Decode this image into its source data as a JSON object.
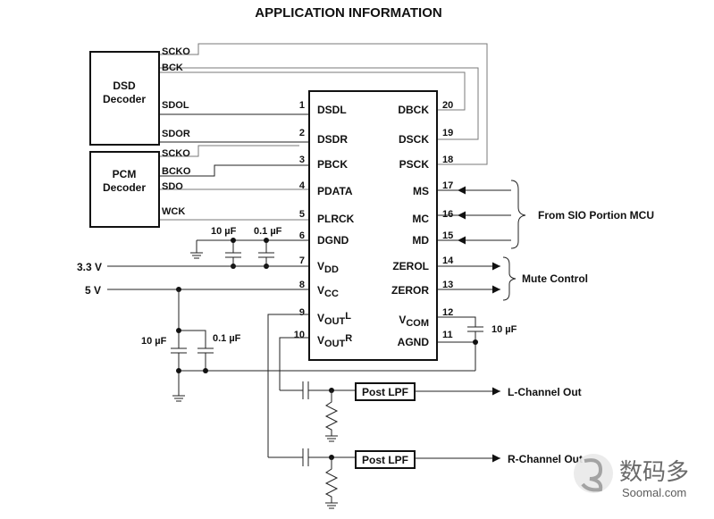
{
  "title": "APPLICATION INFORMATION",
  "blocks": {
    "dsd_decoder": [
      "DSD",
      "Decoder"
    ],
    "pcm_decoder": [
      "PCM",
      "Decoder"
    ],
    "post_lpf_left": "Post LPF",
    "post_lpf_right": "Post LPF"
  },
  "dsd_signals": [
    "SCKO",
    "BCK",
    "SDOL",
    "SDOR"
  ],
  "pcm_signals": [
    "SCKO",
    "BCKO",
    "SDO",
    "WCK"
  ],
  "chip_left_pins": [
    {
      "num": "1",
      "name": "DSDL"
    },
    {
      "num": "2",
      "name": "DSDR"
    },
    {
      "num": "3",
      "name": "PBCK"
    },
    {
      "num": "4",
      "name": "PDATA"
    },
    {
      "num": "5",
      "name": "PLRCK"
    },
    {
      "num": "6",
      "name": "DGND"
    },
    {
      "num": "7",
      "name": "V",
      "sub": "DD"
    },
    {
      "num": "8",
      "name": "V",
      "sub": "CC"
    },
    {
      "num": "9",
      "name": "V",
      "sub": "OUT",
      "sub2": "L"
    },
    {
      "num": "10",
      "name": "V",
      "sub": "OUT",
      "sub2": "R"
    }
  ],
  "chip_right_pins": [
    {
      "num": "20",
      "name": "DBCK"
    },
    {
      "num": "19",
      "name": "DSCK"
    },
    {
      "num": "18",
      "name": "PSCK"
    },
    {
      "num": "17",
      "name": "MS"
    },
    {
      "num": "16",
      "name": "MC"
    },
    {
      "num": "15",
      "name": "MD"
    },
    {
      "num": "14",
      "name": "ZEROL"
    },
    {
      "num": "13",
      "name": "ZEROR"
    },
    {
      "num": "12",
      "name": "V",
      "sub": "COM"
    },
    {
      "num": "11",
      "name": "AGND"
    }
  ],
  "supplies": {
    "v33": "3.3 V",
    "v5": "5 V"
  },
  "capacitors": {
    "dgnd_10u": "10 µF",
    "dgnd_01u": "0.1 µF",
    "vcc_10u": "10 µF",
    "vcc_01u": "0.1 µF",
    "vcom_10u": "10 µF"
  },
  "annotations": {
    "sio_mcu": "From SIO Portion MCU",
    "mute": "Mute Control",
    "l_out": "L-Channel Out",
    "r_out": "R-Channel Out"
  },
  "watermark": {
    "brand_cn": "数码多",
    "site": "Soomal.com"
  }
}
